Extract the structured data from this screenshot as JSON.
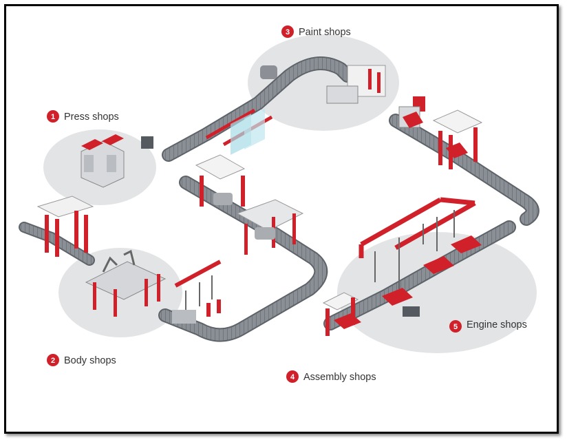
{
  "accent_color": "#d0202a",
  "stations": [
    {
      "number": "1",
      "label": "Press shops"
    },
    {
      "number": "2",
      "label": "Body shops"
    },
    {
      "number": "3",
      "label": "Paint shops"
    },
    {
      "number": "4",
      "label": "Assembly shops"
    },
    {
      "number": "5",
      "label": "Engine shops"
    }
  ]
}
